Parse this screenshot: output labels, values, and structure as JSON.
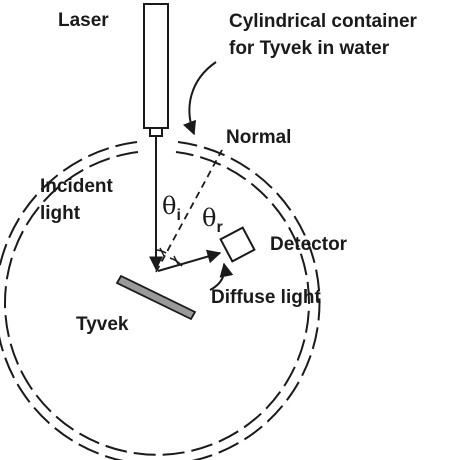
{
  "labels": {
    "laser": "Laser",
    "container_line1": "Cylindrical container",
    "container_line2": "for Tyvek in water",
    "normal": "Normal",
    "incident_line1": "Incident",
    "incident_line2": "light",
    "theta_i_symbol": "θ",
    "theta_i_sub": "i",
    "theta_r_symbol": "θ",
    "theta_r_sub": "r",
    "detector": "Detector",
    "diffuse_light": "Diffuse light",
    "tyvek": "Tyvek"
  },
  "colors": {
    "ink": "#1a1a1a",
    "sample_fill": "#9a9a9a",
    "background": "#ffffff"
  }
}
